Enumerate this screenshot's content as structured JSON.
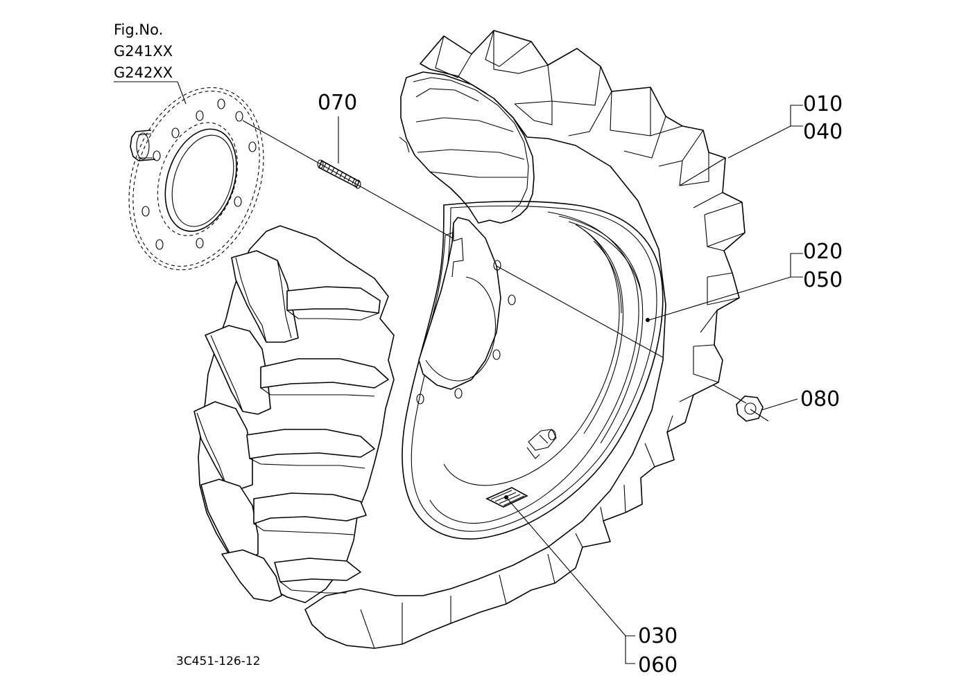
{
  "figure": {
    "label": "Fig.No.",
    "numbers": [
      "G241XX",
      "G242XX"
    ]
  },
  "drawing_code": "3C451-126-12",
  "callouts": {
    "c010": "010",
    "c040": "040",
    "c020": "020",
    "c050": "050",
    "c030": "030",
    "c060": "060",
    "c070": "070",
    "c080": "080"
  }
}
